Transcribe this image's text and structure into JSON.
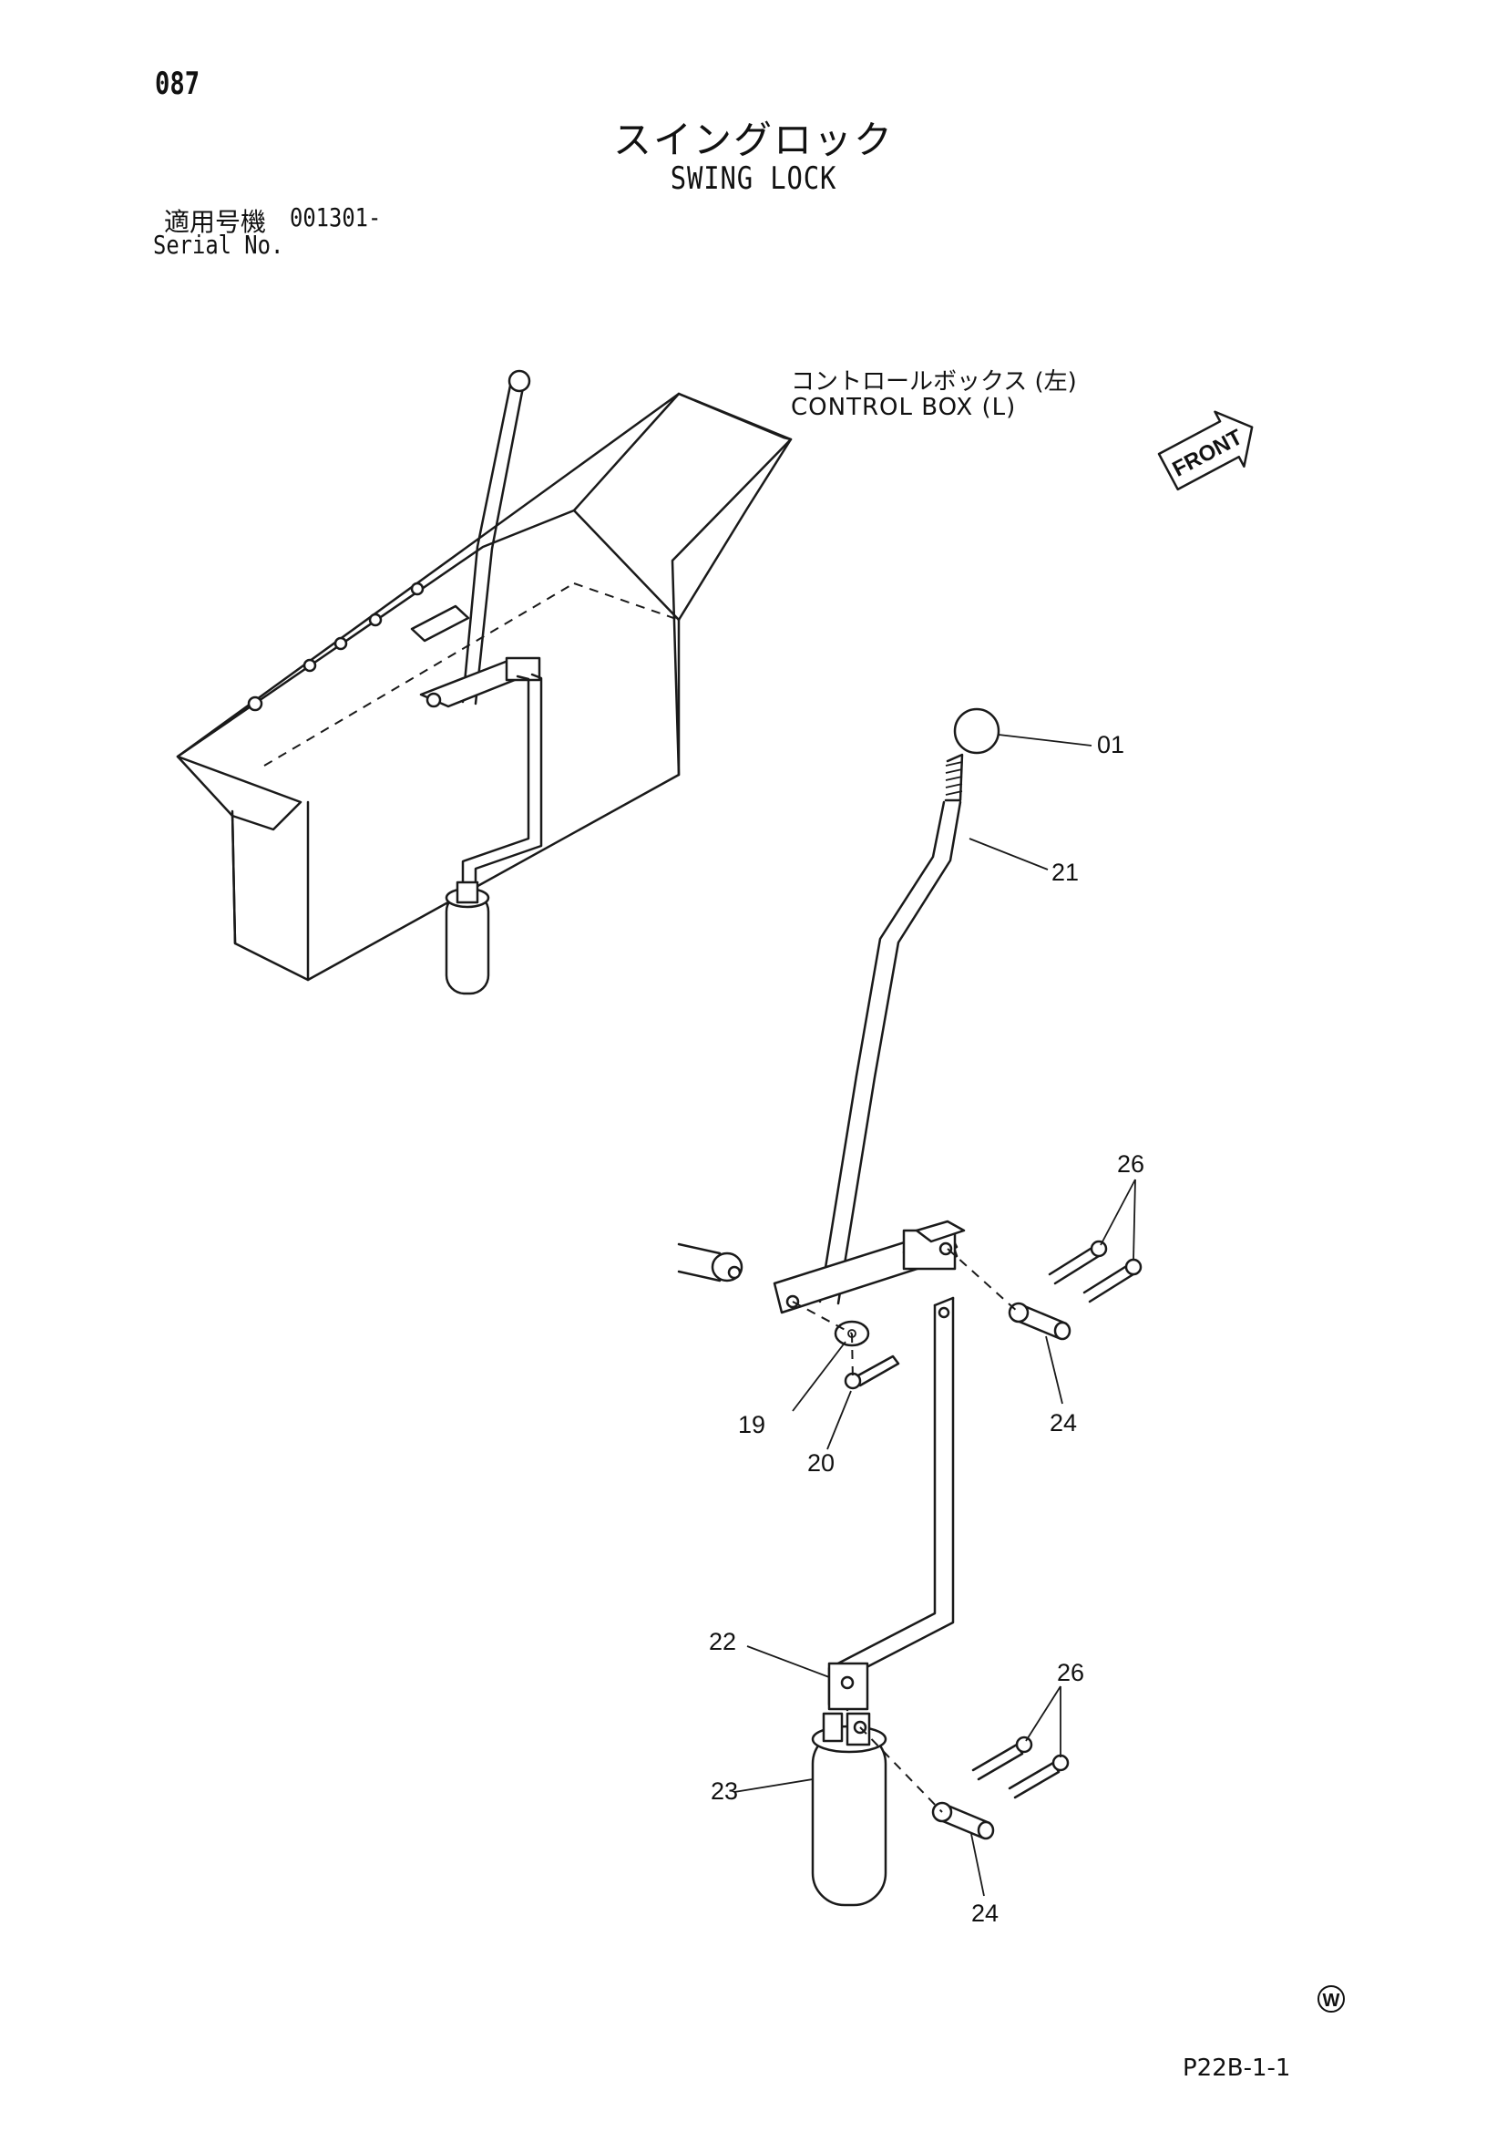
{
  "header": {
    "page_number": "087",
    "title_jp": "スイングロック",
    "title_en": "SWING LOCK",
    "serial_label_jp": "適用号機",
    "serial_value": "001301-",
    "serial_label_en": "Serial No."
  },
  "annotations": {
    "control_box_jp": "コントロールボックス (左)",
    "control_box_en": "CONTROL  BOX (L)",
    "front_arrow": "FRONT",
    "watermark_mark": "W"
  },
  "callouts": [
    "01",
    "21",
    "26",
    "19",
    "20",
    "24",
    "22",
    "26",
    "23",
    "24"
  ],
  "footer": {
    "drawing_code": "P22B-1-1"
  }
}
